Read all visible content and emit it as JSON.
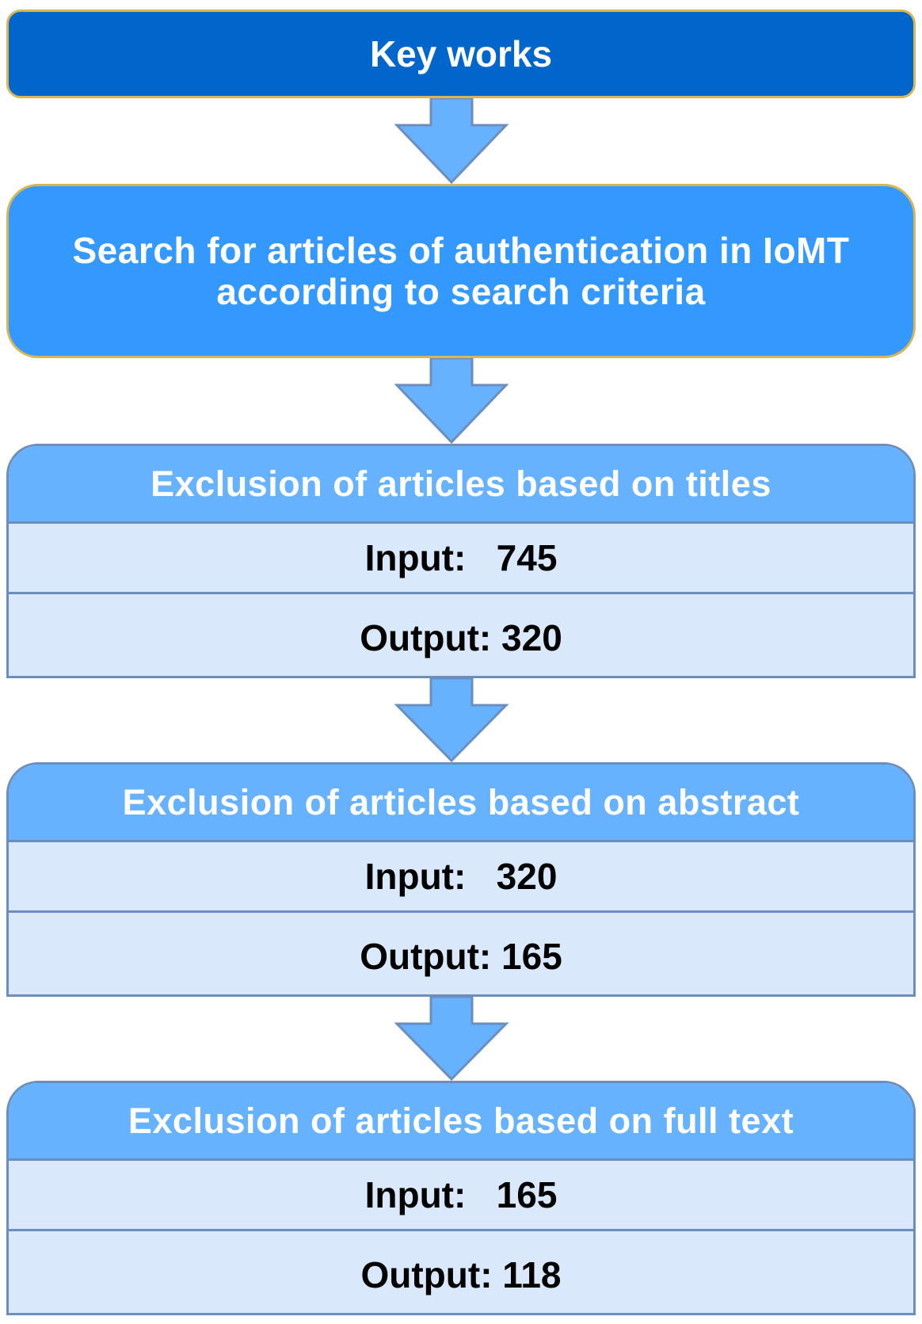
{
  "flow": {
    "key_works": "Key works",
    "search": {
      "line1": "Search for articles of authentication in IoMT",
      "line2": "according to search criteria"
    },
    "stages": [
      {
        "title": "Exclusion of articles based on titles",
        "input": "Input:   745",
        "output": "Output: 320"
      },
      {
        "title": "Exclusion of articles based on abstract",
        "input": "Input:   320",
        "output": "Output: 165"
      },
      {
        "title": "Exclusion of articles based on full text",
        "input": "Input:   165",
        "output": "Output: 118"
      }
    ]
  },
  "colors": {
    "key_fill": "#0066cc",
    "search_fill": "#3399ff",
    "header_fill": "#66b2ff",
    "row_fill": "#dae8fc",
    "border_blue": "#6c8ebf",
    "border_gold": "#d6b656",
    "arrow_fill": "#66b2ff"
  }
}
